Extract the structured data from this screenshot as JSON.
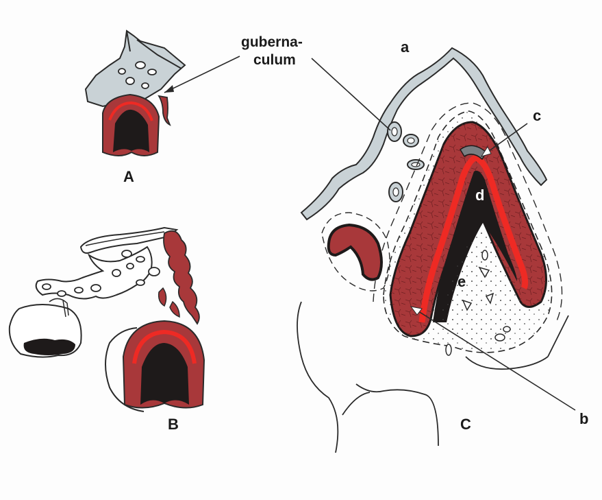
{
  "figure": {
    "labels": {
      "gubernaculum_line1": "guberna-",
      "gubernaculum_line2": "culum",
      "panel_a": "A",
      "panel_b": "B",
      "panel_c": "C",
      "part_a": "a",
      "part_b": "b",
      "part_c": "c",
      "part_d": "d",
      "part_e": "e"
    },
    "colors": {
      "tissue_red": "#a8383a",
      "bright_red": "#ee2a24",
      "dark_core": "#1e1a1a",
      "mucosa_grey": "#c9d2d6",
      "outline": "#2a2a2a"
    }
  }
}
